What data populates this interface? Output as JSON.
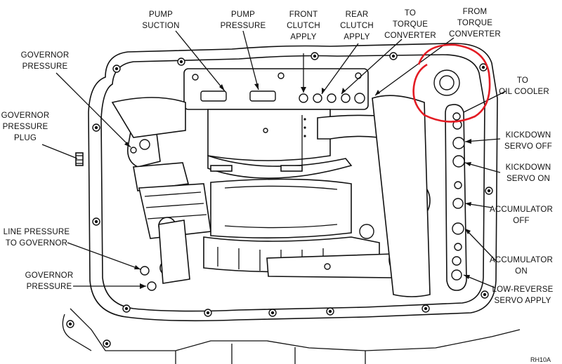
{
  "labels": {
    "pump_suction": [
      "PUMP",
      "SUCTION"
    ],
    "pump_pressure": [
      "PUMP",
      "PRESSURE"
    ],
    "front_clutch_apply": [
      "FRONT",
      "CLUTCH",
      "APPLY"
    ],
    "rear_clutch_apply": [
      "REAR",
      "CLUTCH",
      "APPLY"
    ],
    "to_torque_converter": [
      "TO",
      "TORQUE",
      "CONVERTER"
    ],
    "from_torque_converter": [
      "FROM",
      "TORQUE",
      "CONVERTER"
    ],
    "to_oil_cooler": [
      "TO",
      "OIL COOLER"
    ],
    "governor_pressure_top": [
      "GOVERNOR",
      "PRESSURE"
    ],
    "governor_pressure_plug": [
      "GOVERNOR",
      "PRESSURE",
      "PLUG"
    ],
    "kickdown_servo_off": [
      "KICKDOWN",
      "SERVO OFF"
    ],
    "kickdown_servo_on": [
      "KICKDOWN",
      "SERVO ON"
    ],
    "accumulator_off": [
      "ACCUMULATOR",
      "OFF"
    ],
    "accumulator_on": [
      "ACCUMULATOR",
      "ON"
    ],
    "low_reverse_servo_apply": [
      "LOW-REVERSE",
      "SERVO APPLY"
    ],
    "line_pressure_to_governor": [
      "LINE PRESSURE",
      "TO GOVERNOR"
    ],
    "governor_pressure_bottom": [
      "GOVERNOR",
      "PRESSURE"
    ]
  },
  "figure_id": "RH10A",
  "highlight_color": "#e31b23"
}
